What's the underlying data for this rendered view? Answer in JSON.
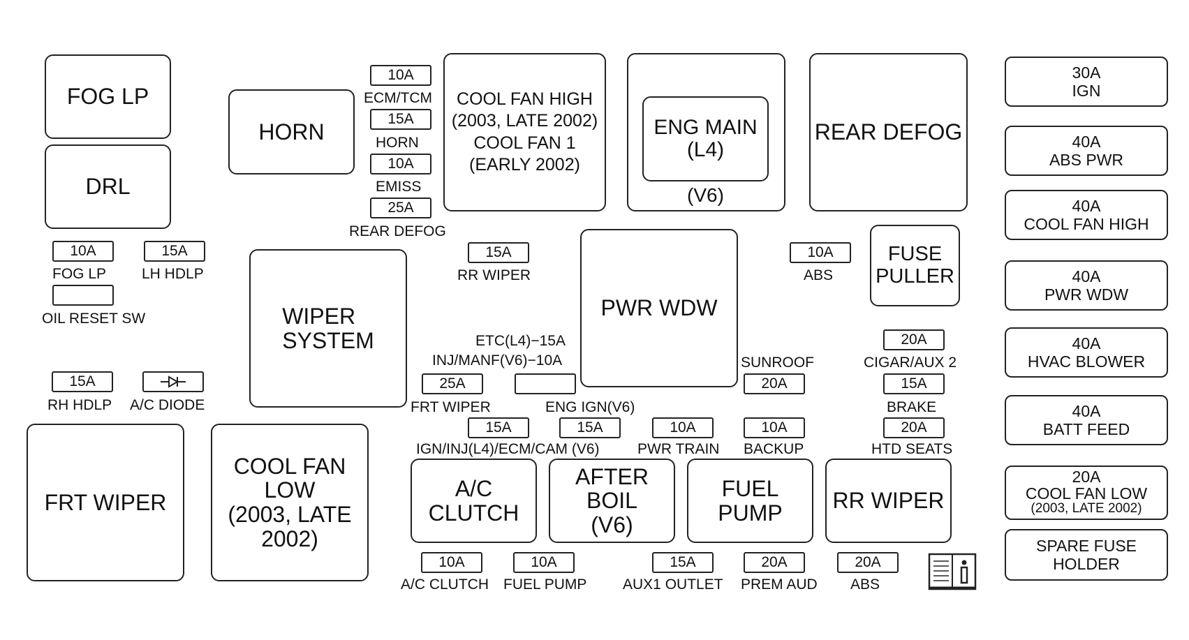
{
  "relays": {
    "fog_lp": "FOG LP",
    "drl": "DRL",
    "horn": "HORN",
    "cool_fan_high": "COOL FAN HIGH\n(2003, LATE 2002)\nCOOL FAN 1\n(EARLY 2002)",
    "eng_main_inner": "ENG MAIN\n(L4)",
    "eng_main_v6": "(V6)",
    "rear_defog": "REAR DEFOG",
    "fuse_puller": "FUSE\nPULLER",
    "wiper_system": "WIPER\nSYSTEM",
    "pwr_wdw": "PWR WDW",
    "frt_wiper": "FRT WIPER",
    "cool_fan_low": "COOL FAN\nLOW\n(2003, LATE\n2002)",
    "ac_clutch": "A/C\nCLUTCH",
    "after_boil": "AFTER\nBOIL\n(V6)",
    "fuel_pump": "FUEL\nPUMP",
    "rr_wiper": "RR WIPER"
  },
  "fuses": {
    "ecm_tcm": {
      "amp": "10A",
      "label": "ECM/TCM"
    },
    "horn": {
      "amp": "15A",
      "label": "HORN"
    },
    "emiss": {
      "amp": "10A",
      "label": "EMISS"
    },
    "rear_defog": {
      "amp": "25A",
      "label": "REAR DEFOG"
    },
    "fog_lp": {
      "amp": "10A",
      "label": "FOG LP"
    },
    "lh_hdlp": {
      "amp": "15A",
      "label": "LH HDLP"
    },
    "oil_reset": {
      "amp": "",
      "label": "OIL RESET SW"
    },
    "rr_wiper": {
      "amp": "15A",
      "label": "RR WIPER"
    },
    "abs_top": {
      "amp": "10A",
      "label": "ABS"
    },
    "etc_label": "ETC(L4)−15A",
    "inj_manf_label": "INJ/MANF(V6)−10A",
    "rh_hdlp": {
      "amp": "15A",
      "label": "RH HDLP"
    },
    "ac_diode": {
      "amp": "",
      "label": "A/C DIODE"
    },
    "frt_wiper": {
      "amp": "25A",
      "label": "FRT WIPER"
    },
    "sunroof": {
      "amp": "20A",
      "label": "SUNROOF"
    },
    "cigar_aux2": {
      "amp": "20A",
      "label": "CIGAR/AUX 2"
    },
    "brake": {
      "amp": "15A",
      "label": "BRAKE"
    },
    "eng_ign_label": "ENG IGN(V6)",
    "ign_inj": {
      "amp": "15A"
    },
    "ign_inj_label": "IGN/INJ(L4)/ECM/CAM (V6)",
    "eng_ign": {
      "amp": "15A"
    },
    "pwr_train": {
      "amp": "10A",
      "label": "PWR TRAIN"
    },
    "backup": {
      "amp": "10A",
      "label": "BACKUP"
    },
    "htd_seats": {
      "amp": "20A",
      "label": "HTD SEATS"
    },
    "ac_clutch": {
      "amp": "10A",
      "label": "A/C CLUTCH"
    },
    "fuel_pump": {
      "amp": "10A",
      "label": "FUEL PUMP"
    },
    "aux1_outlet": {
      "amp": "15A",
      "label": "AUX1 OUTLET"
    },
    "prem_aud": {
      "amp": "20A",
      "label": "PREM AUD"
    },
    "abs_bottom": {
      "amp": "20A",
      "label": "ABS"
    }
  },
  "maxi_fuses": [
    {
      "amp": "30A",
      "name": "IGN"
    },
    {
      "amp": "40A",
      "name": "ABS PWR"
    },
    {
      "amp": "40A",
      "name": "COOL FAN HIGH"
    },
    {
      "amp": "40A",
      "name": "PWR WDW"
    },
    {
      "amp": "40A",
      "name": "HVAC BLOWER"
    },
    {
      "amp": "40A",
      "name": "BATT FEED"
    },
    {
      "amp": "20A",
      "name": "COOL FAN LOW",
      "sub": "(2003, LATE 2002)"
    },
    {
      "amp": "SPARE FUSE",
      "name": "HOLDER"
    }
  ],
  "icons": {
    "owner_manual": "book-info-icon",
    "diode": "diode-icon"
  }
}
